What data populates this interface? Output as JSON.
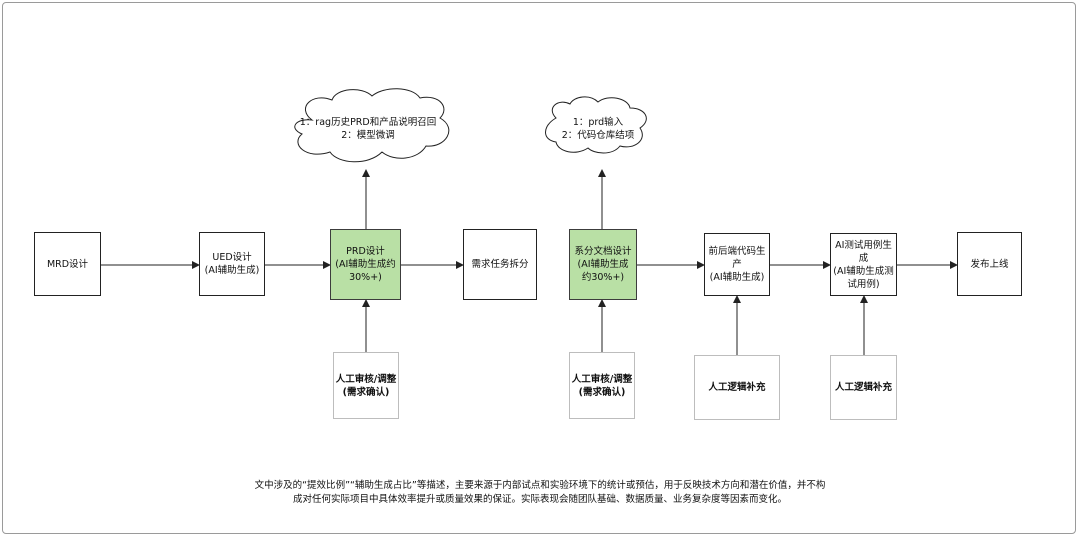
{
  "nodes": {
    "mrd": "MRD设计",
    "ued": "UED设计\n(AI辅助生成)",
    "prd": "PRD设计\n(AI辅助生成约\n30%+)",
    "task_split": "需求任务拆分",
    "system_doc": "系分文档设计\n(AI辅助生成\n约30%+)",
    "code_gen": "前后端代码生\n产\n(AI辅助生成)",
    "test_gen": "AI测试用例生\n成\n(AI辅助生成测\n试用例)",
    "release": "发布上线"
  },
  "clouds": {
    "prd_cloud": "1：rag历史PRD和产品说明召回\n2：模型微调",
    "system_cloud": "1：prd输入\n2：代码仓库结项"
  },
  "inputs": {
    "prd_review": "人工审核/调整\n(需求确认)",
    "system_review": "人工审核/调整\n(需求确认)",
    "code_logic": "人工逻辑补充",
    "test_logic": "人工逻辑补充"
  },
  "disclaimer": "文中涉及的“提效比例”“辅助生成占比”等描述，主要来源于内部试点和实验环境下的统计或预估，用于反映技术方向和潜在价值，并不构\n成对任何实际项目中具体效率提升或质量效果的保证。实际表现会随团队基础、数据质量、业务复杂度等因素而变化。",
  "colors": {
    "highlight": "#b9e0a5",
    "stroke": "#222222"
  }
}
